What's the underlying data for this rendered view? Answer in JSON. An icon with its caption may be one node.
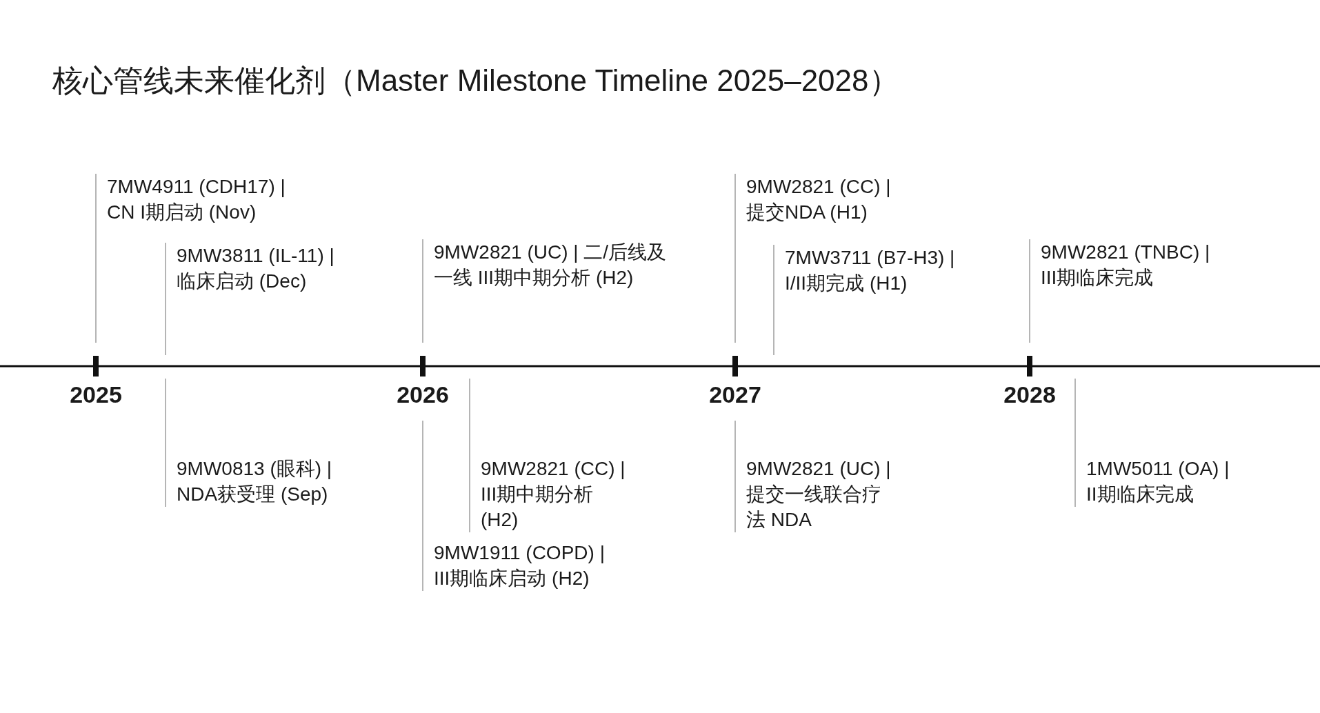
{
  "diagram": {
    "title": "核心管线未来催化剂（Master Milestone Timeline 2025–2028）",
    "nodes": [
      {
        "text": [
          "7MW4911 (CDH17) | CN I期启动 (Nov)"
        ]
      },
      {
        "text": [
          "9MW3811 (IL-11) | 临床启动 (Dec)"
        ]
      },
      {
        "text": [
          "9MW2821 (UC) | 二/后线及一线 III期中期分析 (H2)"
        ]
      },
      {
        "text": [
          "9MW2821 (CC) | 提交NDA (H1)"
        ]
      },
      {
        "text": [
          "7MW3711 (B7-H3) | I/II期完成 (H1)"
        ]
      },
      {
        "text": [
          "9MW2821 (TNBC) | III期临床完成"
        ]
      },
      {
        "text": [
          "9MW0813 (眼科) | NDA获受理 (Sep)"
        ]
      },
      {
        "text": [
          "9MW2821 (CC) | III期中期分析 (H2)"
        ]
      },
      {
        "text": [
          "9MW1911 (COPD) | III期临床启动 (H2)"
        ]
      },
      {
        "text": [
          "9MW2821 (UC) | 提交一线联合疗法 NDA"
        ]
      },
      {
        "text": [
          "1MW5011 (OA) | II期临床完成"
        ]
      }
    ],
    "edges": [
      {
        "from": 0,
        "to": null,
        "arrow": "none"
      },
      {
        "from": 1,
        "to": null,
        "arrow": "none"
      },
      {
        "from": 2,
        "to": null,
        "arrow": "none"
      },
      {
        "from": 3,
        "to": null,
        "arrow": "none"
      },
      {
        "from": 4,
        "to": null,
        "arrow": "none"
      },
      {
        "from": 5,
        "to": null,
        "arrow": "none"
      },
      {
        "from": 6,
        "to": null,
        "arrow": "none"
      },
      {
        "from": 7,
        "to": null,
        "arrow": "none"
      },
      {
        "from": 8,
        "to": null,
        "arrow": "none"
      },
      {
        "from": 9,
        "to": null,
        "arrow": "none"
      },
      {
        "from": 10,
        "to": null,
        "arrow": "none"
      }
    ],
    "labels": [
      "2025",
      "2026",
      "2027",
      "2028"
    ]
  }
}
